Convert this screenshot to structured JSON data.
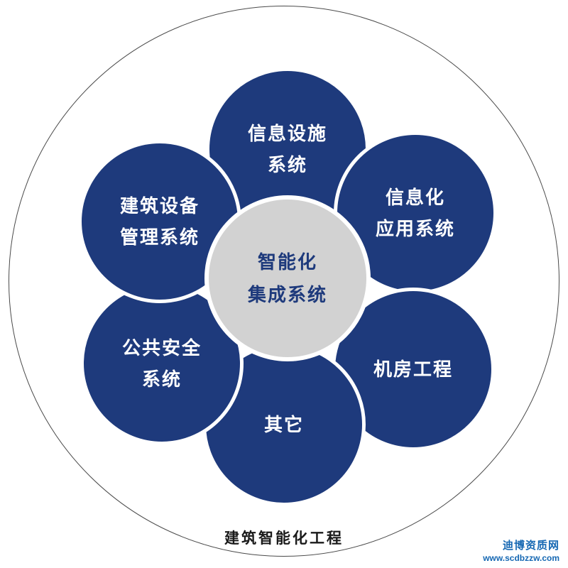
{
  "diagram": {
    "center": {
      "line1": "智能化",
      "line2": "集成系统"
    },
    "nodes": [
      {
        "id": "info-facility-system",
        "line1": "信息设施",
        "line2": "系统"
      },
      {
        "id": "informatization-app-system",
        "line1": "信息化",
        "line2": "应用系统"
      },
      {
        "id": "machine-room-engineering",
        "line1": "机房工程",
        "line2": ""
      },
      {
        "id": "other",
        "line1": "其它",
        "line2": ""
      },
      {
        "id": "public-safety-system",
        "line1": "公共安全",
        "line2": "系统"
      },
      {
        "id": "building-equipment-mgmt",
        "line1": "建筑设备",
        "line2": "管理系统"
      }
    ],
    "caption": "建筑智能化工程"
  },
  "watermark": {
    "name": "迪博资质网",
    "url": "www.scdbzzw.com"
  },
  "colors": {
    "node_blue": "#1e3a7c",
    "center_gray": "#d2d2d2",
    "center_text": "#1e3a7c",
    "watermark_blue": "#1668b3"
  }
}
